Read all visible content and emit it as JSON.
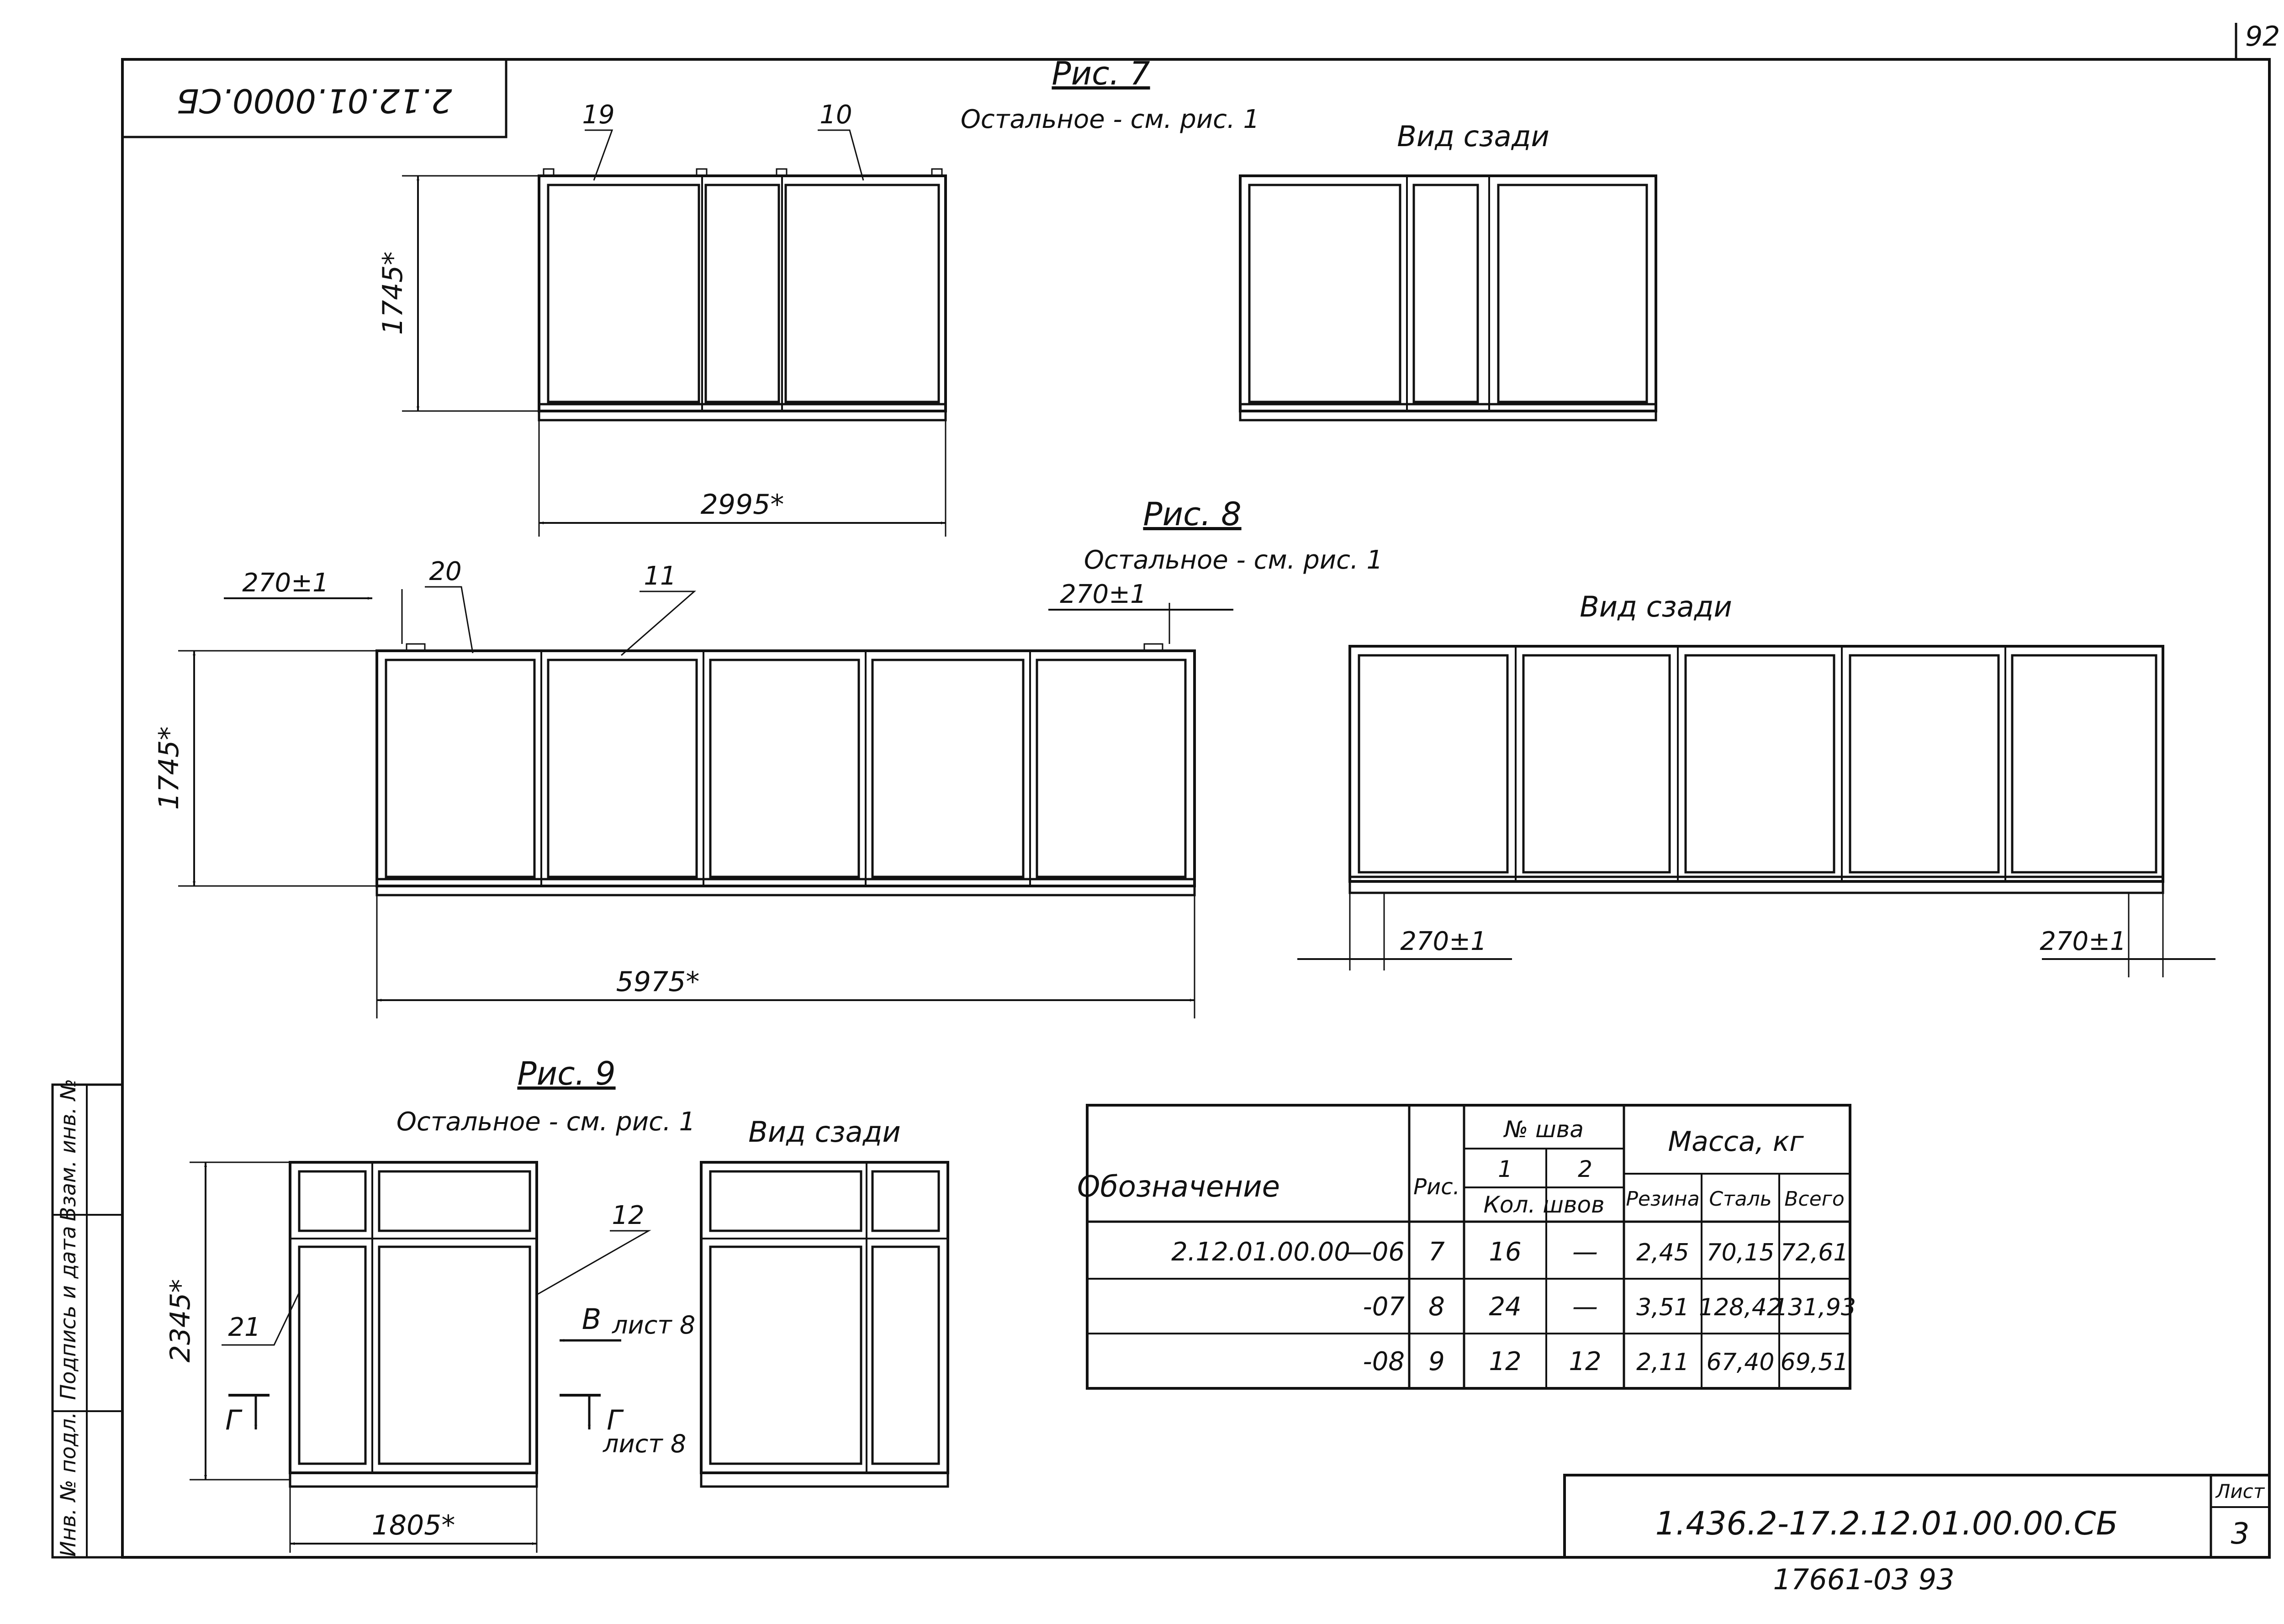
{
  "sheet": {
    "page_mark": "92",
    "rotated_code": "2.12.01.0000.СБ",
    "doc_code": "1.436.2-17.2.12.01.00.00.СБ",
    "sheet_label": "Лист",
    "sheet_number": "3",
    "archive_number": "17661-03 93"
  },
  "side_stamp": {
    "col1": "Инв. № подл.",
    "col2": "Подпись и дата",
    "col3": "Взам. инв. №"
  },
  "fig7": {
    "title": "Рис. 7",
    "note": "Остальное - см. рис. 1",
    "rear_title": "Вид сзади",
    "height_dim": "1745*",
    "width_dim": "2995*",
    "callout_a": "19",
    "callout_b": "10"
  },
  "fig8": {
    "title": "Рис. 8",
    "note": "Остальное - см. рис. 1",
    "rear_title": "Вид сзади",
    "height_dim": "1745*",
    "width_dim": "5975*",
    "offset_left": "270±1",
    "offset_right": "270±1",
    "rear_offset_left": "270±1",
    "rear_offset_right": "270±1",
    "callout_a": "20",
    "callout_b": "11"
  },
  "fig9": {
    "title": "Рис. 9",
    "note": "Остальное - см. рис. 1",
    "rear_title": "Вид сзади",
    "height_dim": "2345*",
    "width_dim": "1805*",
    "callout_a": "21",
    "callout_b": "12",
    "view_b": "В",
    "view_b_sheet": "лист 8",
    "section_g": "Г",
    "section_g2": "Г",
    "section_sheet": "лист 8"
  },
  "table": {
    "h_designation": "Обозначение",
    "h_fig": "Рис.",
    "h_seam_no": "№ шва",
    "h_seam_1": "1",
    "h_seam_2": "2",
    "h_seam_count": "Кол. швов",
    "h_mass": "Масса, кг",
    "h_rubber": "Резина",
    "h_steel": "Сталь",
    "h_total": "Всего",
    "rows": [
      {
        "designation": "2.12.01.00.00",
        "suffix": "—06",
        "fig": "7",
        "seam1": "16",
        "seam2": "—",
        "rubber": "2,45",
        "steel": "70,15",
        "total": "72,61"
      },
      {
        "designation": "",
        "suffix": "-07",
        "fig": "8",
        "seam1": "24",
        "seam2": "—",
        "rubber": "3,51",
        "steel": "128,42",
        "total": "131,93"
      },
      {
        "designation": "",
        "suffix": "-08",
        "fig": "9",
        "seam1": "12",
        "seam2": "12",
        "rubber": "2,11",
        "steel": "67,40",
        "total": "69,51"
      }
    ]
  }
}
